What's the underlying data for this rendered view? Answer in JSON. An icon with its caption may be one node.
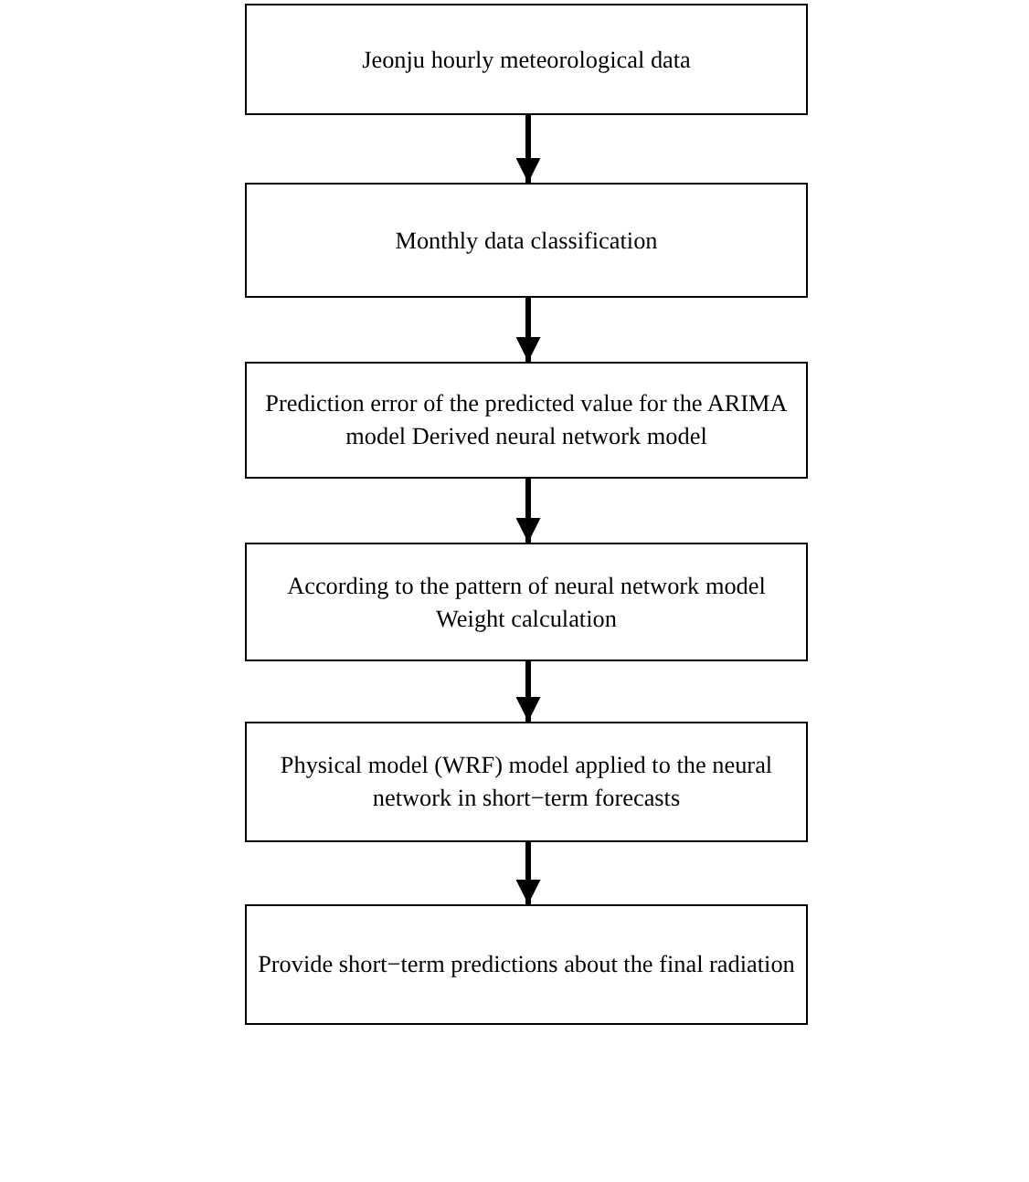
{
  "diagram": {
    "nodes": [
      {
        "text": [
          "Jeonju hourly meteorological data"
        ]
      },
      {
        "text": [
          "Monthly data classification"
        ]
      },
      {
        "text": [
          "Prediction error of the predicted value for the ARIMA model Derived neural network model"
        ]
      },
      {
        "text": [
          "According to the pattern of neural network model Weight calculation"
        ]
      },
      {
        "text": [
          "Physical model (WRF) model applied to the neural network in short−term forecasts"
        ]
      },
      {
        "text": [
          "Provide short−term predictions about the final radiation"
        ]
      }
    ],
    "edges": [
      {
        "from": 0,
        "to": 1,
        "arrow": "to"
      },
      {
        "from": 1,
        "to": 2,
        "arrow": "to"
      },
      {
        "from": 2,
        "to": 3,
        "arrow": "to"
      },
      {
        "from": 3,
        "to": 4,
        "arrow": "to"
      },
      {
        "from": 4,
        "to": 5,
        "arrow": "to"
      }
    ]
  }
}
